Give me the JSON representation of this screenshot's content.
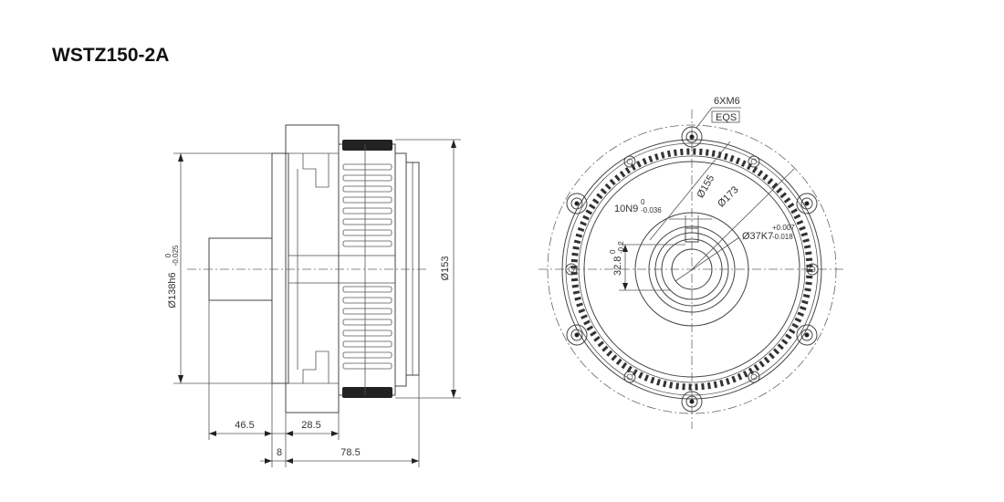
{
  "title": "WSTZ150-2A",
  "side_view": {
    "dim_diameter_138": "Ø138h6",
    "dim_diameter_138_tol_upper": "0",
    "dim_diameter_138_tol_lower": "-0.025",
    "dim_diameter_153": "Ø153",
    "dim_46_5": "46.5",
    "dim_28_5": "28.5",
    "dim_8": "8",
    "dim_78_5": "78.5"
  },
  "front_view": {
    "thread": "6XM6",
    "eqs": "EQS",
    "dia_155": "Ø155",
    "dia_173": "Ø173",
    "key_width": "10N9",
    "key_width_tol_upper": "0",
    "key_width_tol_lower": "-0.036",
    "bore": "Ø37K7",
    "bore_tol_upper": "+0.007",
    "bore_tol_lower": "-0.018",
    "key_depth": "32.8",
    "key_depth_tol_upper": "0",
    "key_depth_tol_lower": "-0.2"
  }
}
